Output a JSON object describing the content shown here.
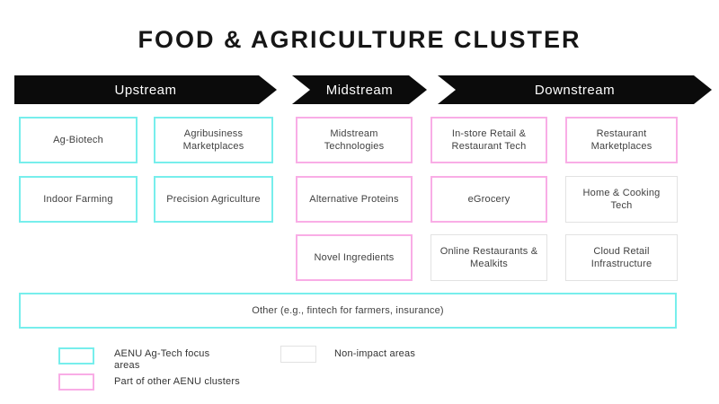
{
  "title": "FOOD & AGRICULTURE CLUSTER",
  "colors": {
    "focus": "#77EEEC",
    "cluster": "#F9ADE6",
    "nonimpact": "#E2E2E2",
    "arrow": "#0B0B0B"
  },
  "stages": [
    {
      "label": "Upstream"
    },
    {
      "label": "Midstream"
    },
    {
      "label": "Downstream"
    }
  ],
  "grid": {
    "boxes": [
      {
        "label": "Ag-Biotech",
        "type": "focus",
        "stage": "Upstream",
        "col": 0,
        "row": 0
      },
      {
        "label": "Indoor Farming",
        "type": "focus",
        "stage": "Upstream",
        "col": 0,
        "row": 1
      },
      {
        "label": "Agribusiness Marketplaces",
        "type": "focus",
        "stage": "Upstream",
        "col": 1,
        "row": 0
      },
      {
        "label": "Precision Agriculture",
        "type": "focus",
        "stage": "Upstream",
        "col": 1,
        "row": 1
      },
      {
        "label": "Midstream Technologies",
        "type": "cluster",
        "stage": "Midstream",
        "col": 2,
        "row": 0
      },
      {
        "label": "Alternative Proteins",
        "type": "cluster",
        "stage": "Midstream",
        "col": 2,
        "row": 1
      },
      {
        "label": "Novel Ingredients",
        "type": "cluster",
        "stage": "Midstream",
        "col": 2,
        "row": 2
      },
      {
        "label": "In-store Retail & Restaurant Tech",
        "type": "cluster",
        "stage": "Downstream",
        "col": 3,
        "row": 0
      },
      {
        "label": "eGrocery",
        "type": "cluster",
        "stage": "Downstream",
        "col": 3,
        "row": 1
      },
      {
        "label": "Online Restaurants & Mealkits",
        "type": "nonimpact",
        "stage": "Downstream",
        "col": 3,
        "row": 2
      },
      {
        "label": "Restaurant Marketplaces",
        "type": "cluster",
        "stage": "Downstream",
        "col": 4,
        "row": 0
      },
      {
        "label": "Home & Cooking Tech",
        "type": "nonimpact",
        "stage": "Downstream",
        "col": 4,
        "row": 1
      },
      {
        "label": "Cloud Retail Infrastructure",
        "type": "nonimpact",
        "stage": "Downstream",
        "col": 4,
        "row": 2
      }
    ]
  },
  "other": {
    "label": "Other (e.g., fintech for farmers, insurance)",
    "type": "focus"
  },
  "legend": {
    "items": [
      {
        "label": "AENU Ag-Tech focus areas",
        "type": "focus"
      },
      {
        "label": "Part of other AENU clusters",
        "type": "cluster"
      },
      {
        "label": "Non-impact areas",
        "type": "nonimpact"
      }
    ]
  }
}
